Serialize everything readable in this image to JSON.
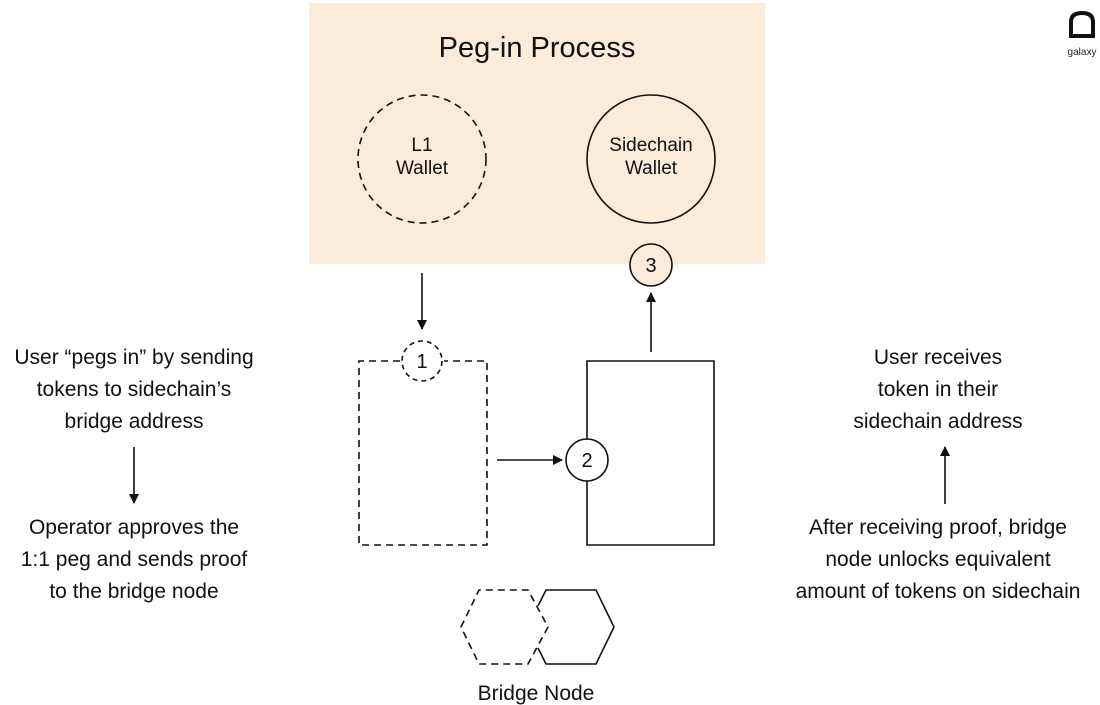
{
  "title": "Peg-in Process",
  "colors": {
    "panel_background": "#fdebd9",
    "stroke": "#111111",
    "background": "#ffffff"
  },
  "logo": {
    "icon": "galaxy-logo-icon",
    "text": "galaxy"
  },
  "wallets": {
    "l1": {
      "lines": [
        "L1",
        "Wallet"
      ],
      "style": "dashed"
    },
    "sidechain": {
      "lines": [
        "Sidechain",
        "Wallet"
      ],
      "style": "solid"
    }
  },
  "steps": [
    {
      "number": "1",
      "style": "dashed"
    },
    {
      "number": "2",
      "style": "solid"
    },
    {
      "number": "3",
      "style": "solid"
    }
  ],
  "bridge_node": {
    "label": "Bridge Node"
  },
  "left_notes": {
    "top": [
      "User “pegs in” by sending",
      "tokens to sidechain’s",
      "bridge address"
    ],
    "bottom": [
      "Operator approves the",
      "1:1 peg and sends proof",
      "to the bridge node"
    ]
  },
  "right_notes": {
    "top": [
      "User receives",
      "token in their",
      "sidechain address"
    ],
    "bottom": [
      "After receiving proof, bridge",
      "node unlocks equivalent",
      "amount of tokens on sidechain"
    ]
  }
}
